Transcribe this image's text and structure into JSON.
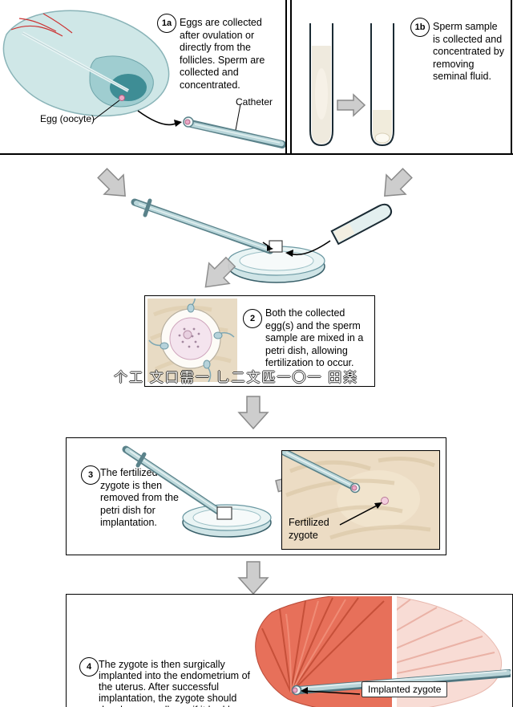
{
  "steps": {
    "s1a": {
      "badge": "1a",
      "caption": "Eggs are collected after ovulation or directly from the follicles. Sperm are collected and concentrated.",
      "egg_label": "Egg (oocyte)",
      "catheter_label": "Catheter"
    },
    "s1b": {
      "badge": "1b",
      "caption": "Sperm sample is collected and concentrated by removing seminal fluid."
    },
    "s2": {
      "badge": "2",
      "caption": "Both the collected egg(s) and the sperm sample are mixed in a petri dish, allowing fertilization to occur."
    },
    "s3": {
      "badge": "3",
      "caption": "The fertilized zygote is then removed from the petri dish for implantation.",
      "zygote_label": "Fertilized zygote"
    },
    "s4": {
      "badge": "4",
      "caption": "The zygote is then surgically implanted into the endometrium of the uterus. After successful implantation, the zygote should develop normally, as if it had been fertilized in the female's oviducts.",
      "implanted_label": "Implanted zygote"
    }
  },
  "watermark": "个工 文口需一 乚二文匹一〇一 田楽",
  "colors": {
    "illustration_teal_light": "#cfe7e7",
    "illustration_teal_mid": "#9fcdd0",
    "illustration_teal_dark": "#3e8d95",
    "catheter_light": "#b9d4d8",
    "catheter_dark": "#5a828a",
    "block_arrow_fill": "#cdcdcd",
    "block_arrow_stroke": "#8a8a8a",
    "petri_fill": "#e9f4f4",
    "beige_background": "#ecdcc4",
    "uterus_red": "#e7705a",
    "uterus_light": "#f8dcd5",
    "egg_pink": "#eba8c6"
  }
}
